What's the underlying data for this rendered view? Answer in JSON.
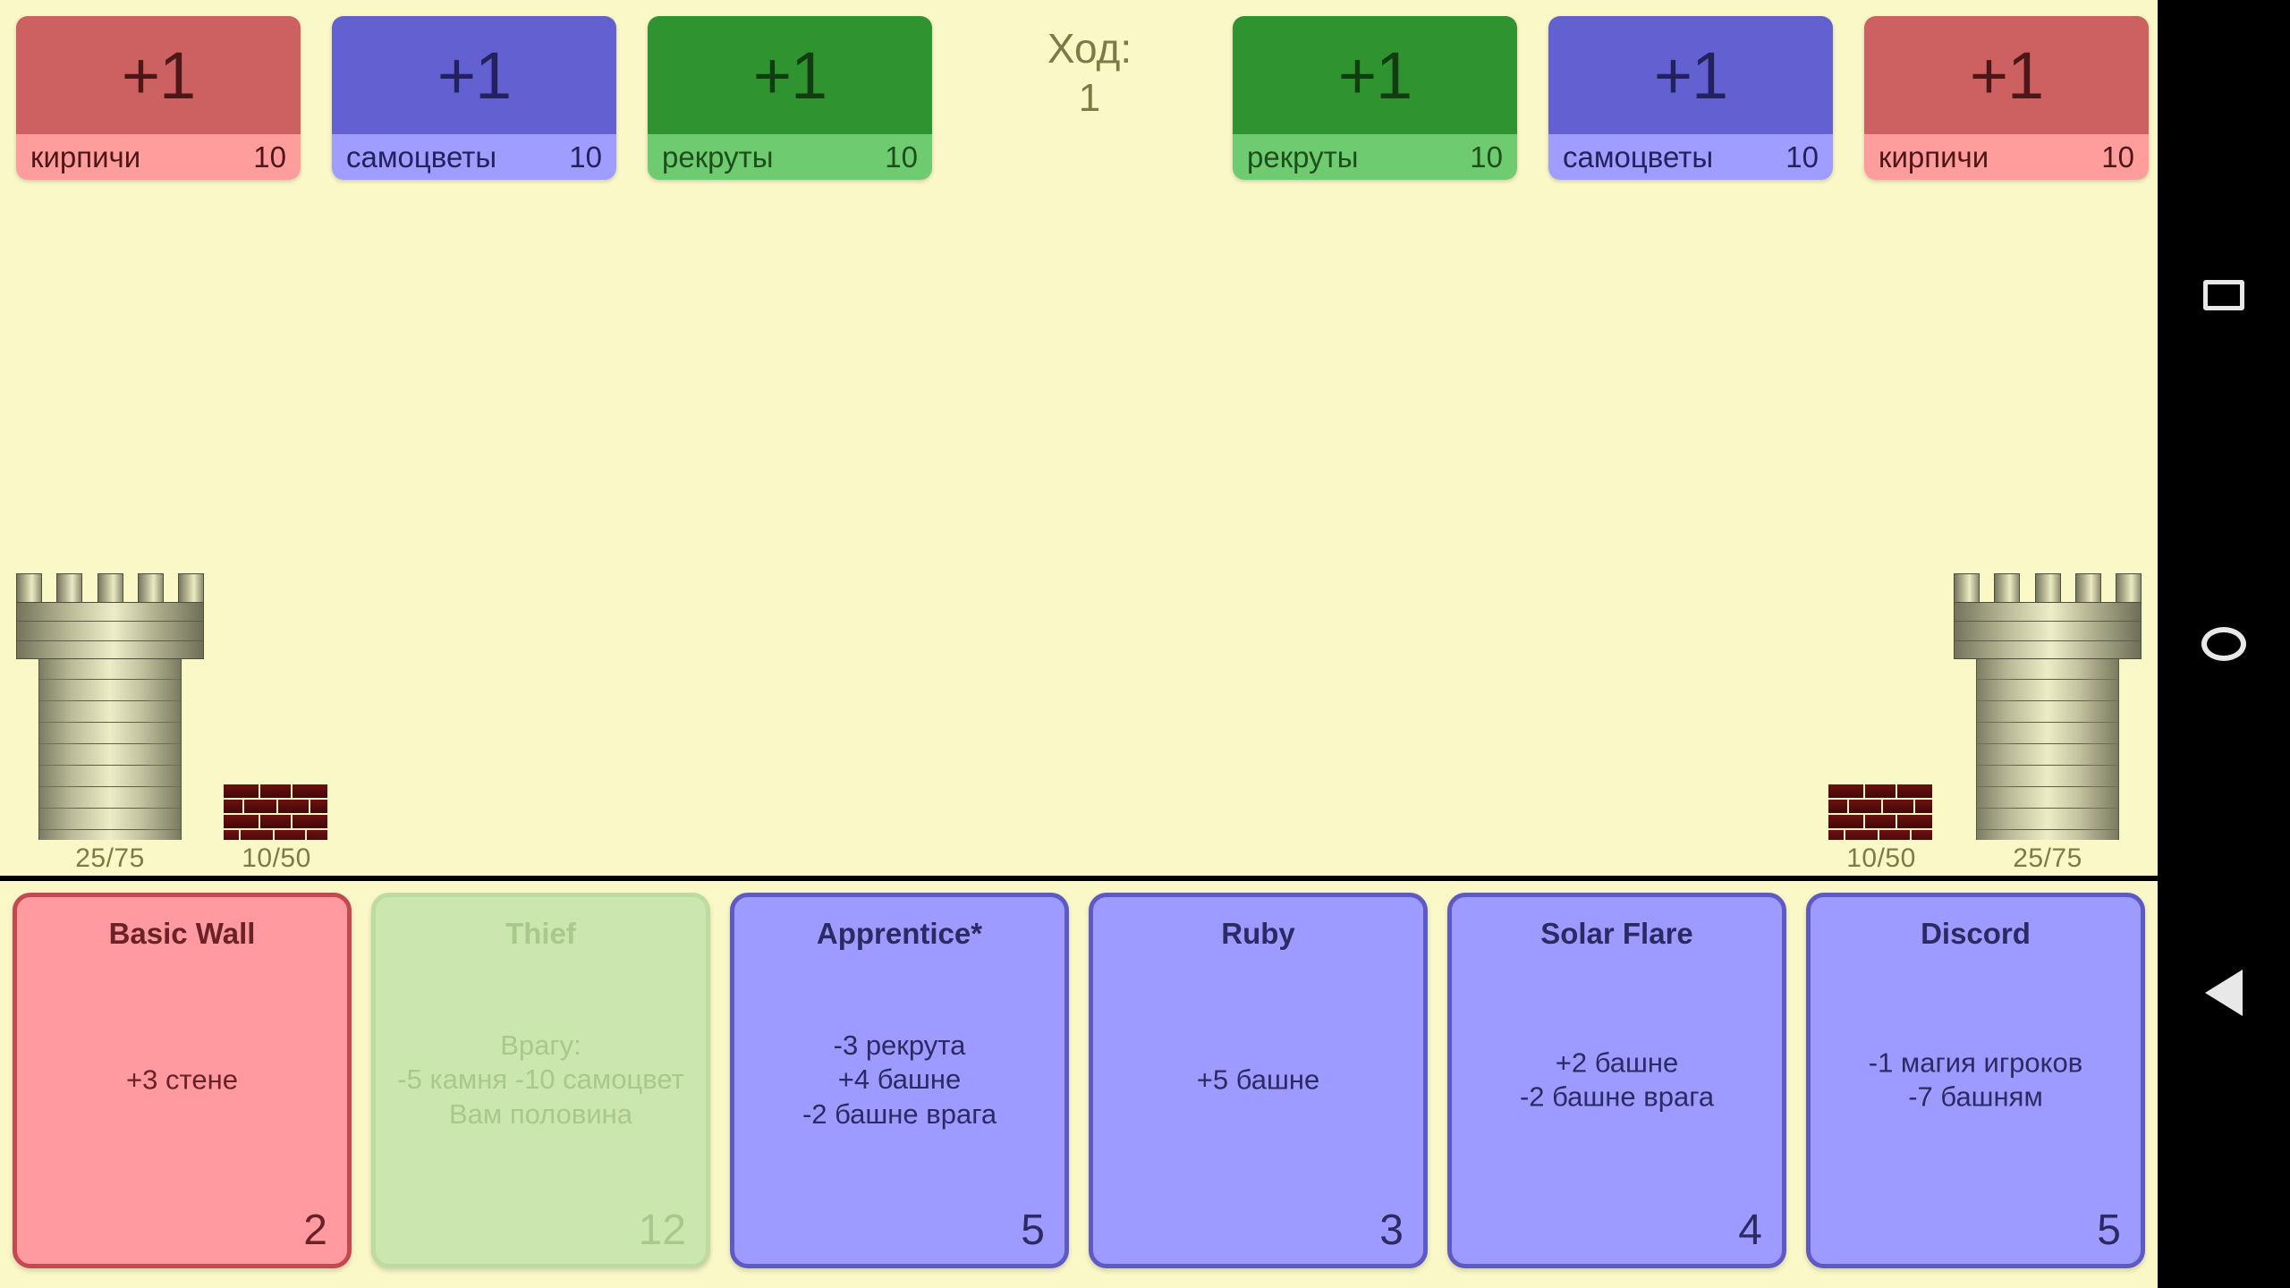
{
  "turn": {
    "label": "Ход:",
    "value": "1"
  },
  "resources": {
    "left": [
      {
        "key": "brick",
        "delta": "+1",
        "name": "кирпичи",
        "amount": "10",
        "color": "#cd6060"
      },
      {
        "key": "gem",
        "delta": "+1",
        "name": "самоцветы",
        "amount": "10",
        "color": "#6360d2"
      },
      {
        "key": "recruit",
        "delta": "+1",
        "name": "рекруты",
        "amount": "10",
        "color": "#2f9330"
      }
    ],
    "right": [
      {
        "key": "recruit",
        "delta": "+1",
        "name": "рекруты",
        "amount": "10",
        "color": "#2f9330"
      },
      {
        "key": "gem",
        "delta": "+1",
        "name": "самоцветы",
        "amount": "10",
        "color": "#6360d2"
      },
      {
        "key": "brick",
        "delta": "+1",
        "name": "кирпичи",
        "amount": "10",
        "color": "#cd6060"
      }
    ]
  },
  "board": {
    "left": {
      "tower": "25/75",
      "wall": "10/50"
    },
    "right": {
      "tower": "25/75",
      "wall": "10/50"
    }
  },
  "hand": [
    {
      "title": "Basic Wall",
      "text": "+3 стене",
      "cost": "2",
      "style": "red",
      "enabled": true
    },
    {
      "title": "Thief",
      "text": "Врагу:\n-5 камня -10 самоцвет\nВам половина",
      "cost": "12",
      "style": "disabled",
      "enabled": false
    },
    {
      "title": "Apprentice*",
      "text": "-3 рекрута\n+4 башне\n-2 башне врага",
      "cost": "5",
      "style": "blue",
      "enabled": true
    },
    {
      "title": "Ruby",
      "text": "+5 башне",
      "cost": "3",
      "style": "blue",
      "enabled": true
    },
    {
      "title": "Solar Flare",
      "text": "+2 башне\n-2 башне врага",
      "cost": "4",
      "style": "blue",
      "enabled": true
    },
    {
      "title": "Discord",
      "text": "-1 магия игроков\n-7 башням",
      "cost": "5",
      "style": "blue",
      "enabled": true
    }
  ],
  "navbar": {
    "recents": "recents-square",
    "home": "home-circle",
    "back": "back-triangle"
  },
  "colors": {
    "background": "#fbf8c8",
    "divider": "#000000",
    "label_text": "#7d7a44"
  }
}
